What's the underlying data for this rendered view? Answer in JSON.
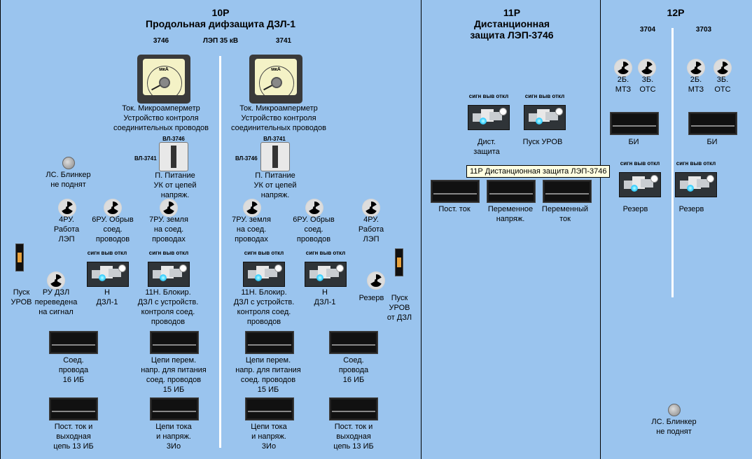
{
  "panel10": {
    "title": "10Р",
    "subtitle": "Продольная дифзащита ДЗЛ-1",
    "left_num": "3746",
    "line_label": "ЛЭП 35 кВ",
    "right_num": "3741",
    "meter_unit": "мкА",
    "meter_left_label": "Ток. Микроамперметр\nУстройство контроля\nсоединительных проводов",
    "meter_right_label": "Ток. Микроамперметр\nУстройство контроля\nсоединительных проводов",
    "rot_left_top": "ВЛ-3746",
    "rot_left_side": "ВЛ-3741",
    "rot_left_label": "П. Питание\nУК от цепей\nнапряж.",
    "rot_right_top": "ВЛ-3741",
    "rot_right_side": "ВЛ-3746",
    "rot_right_label": "П. Питание\nУК от цепей\nнапряж.",
    "blinker_label": "ЛС. Блинкер\nне поднят",
    "rad_4ru_l": "4РУ.\nРабота\nЛЭП",
    "rad_6ru_l": "6РУ. Обрыв\nсоед.\nпроводов",
    "rad_7ru_l": "7РУ. земля\nна соед.\nпроводах",
    "rad_7ru_r": "7РУ. земля\nна соед.\nпроводах",
    "rad_6ru_r": "6РУ. Обрыв\nсоед.\nпроводов",
    "rad_4ru_r": "4РУ.\nРабота\nЛЭП",
    "sw_caption": "сигн выв откл",
    "pusk_urov_l": "Пуск\nУРОВ",
    "ru_dzl": "РУ ДЗЛ\nпереведена\nна сигнал",
    "sw_h_l": "Н\nДЗЛ-1",
    "sw_11h_l": "11Н. Блокир.\nДЗЛ с устройств.\nконтроля соед.\nпроводов",
    "sw_11h_r": "11Н. Блокир.\nДЗЛ с устройств.\nконтроля соед.\nпроводов",
    "sw_h_r": "Н\nДЗЛ-1",
    "rezerv": "Резерв",
    "pusk_urov_r": "Пуск\nУРОВ\nот ДЗЛ",
    "blk1": "Соед.\nпровода\n16 ИБ",
    "blk2": "Цепи перем.\nнапр. для питания\nсоед. проводов\n15 ИБ",
    "blk3": "Цепи перем.\nнапр. для питания\nсоед. проводов\n15 ИБ",
    "blk4": "Соед.\nпровода\n16 ИБ",
    "blk5": "Пост. ток и\nвыходная\nцепь 13 ИБ",
    "blk6": "Цепи тока\nи напряж.\n3Ио",
    "blk7": "Цепи тока\nи напряж.\n3Ио",
    "blk8": "Пост. ток и\nвыходная\nцепь 13 ИБ"
  },
  "panel11": {
    "title": "11Р\nДистанционная\nзащита ЛЭП-3746",
    "sw_caption": "сигн выв откл",
    "sw1": "Дист.\nзащита",
    "sw2": "Пуск УРОВ",
    "tooltip": "11Р Дистанционная защита ЛЭП-3746",
    "blk1": "Пост. ток",
    "blk2": "Переменное\nнапряж.",
    "blk3": "Переменный\nток"
  },
  "panel12": {
    "title": "12Р",
    "left_num": "3704",
    "right_num": "3703",
    "r1": "2Б.\nМТЗ",
    "r2": "3Б.\nОТС",
    "r3": "2Б.\nМТЗ",
    "r4": "3Б.\nОТС",
    "bi": "БИ",
    "sw_caption": "сигн выв откл",
    "rezerv": "Резерв",
    "blinker_label": "ЛС. Блинкер\nне поднят"
  }
}
